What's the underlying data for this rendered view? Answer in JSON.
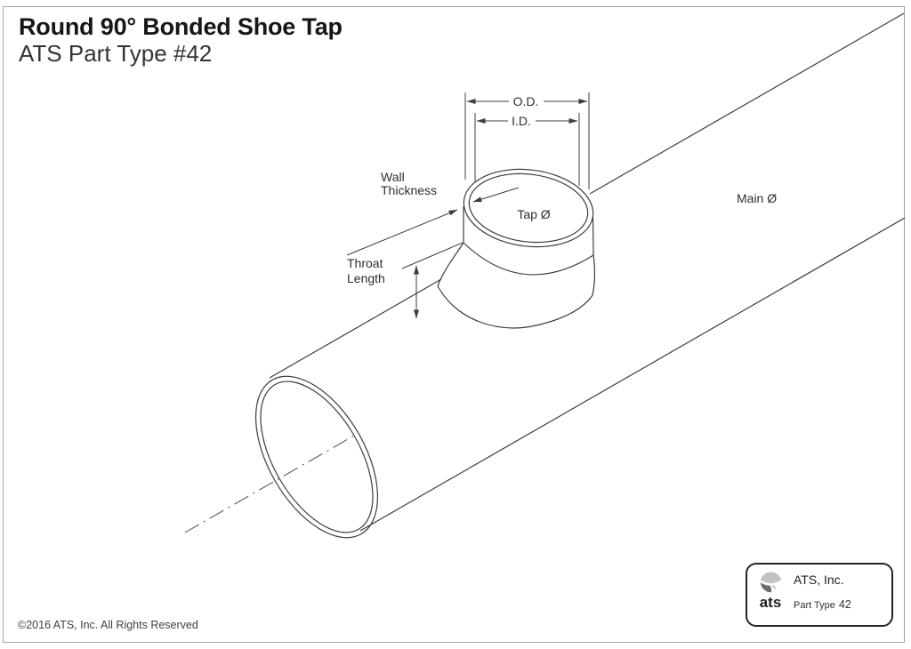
{
  "header": {
    "title": "Round 90° Bonded Shoe Tap",
    "subtitle": "ATS Part Type #42"
  },
  "diagram": {
    "labels": {
      "od": "O.D.",
      "id": "I.D.",
      "wall1": "Wall",
      "wall2": "Thickness",
      "tap": "Tap Ø",
      "throat1": "Throat",
      "throat2": "Length",
      "main": "Main Ø"
    }
  },
  "title_block": {
    "logo_text": "ats",
    "company": "ATS, Inc.",
    "part_type_label": "Part Type",
    "part_type_value": "42"
  },
  "footer": {
    "copyright": "©2016 ATS, Inc. All Rights Reserved"
  },
  "colors": {
    "line": "#3d3d3d",
    "text": "#2e2e2e",
    "border": "#a2a2a2",
    "title": "#161616"
  }
}
